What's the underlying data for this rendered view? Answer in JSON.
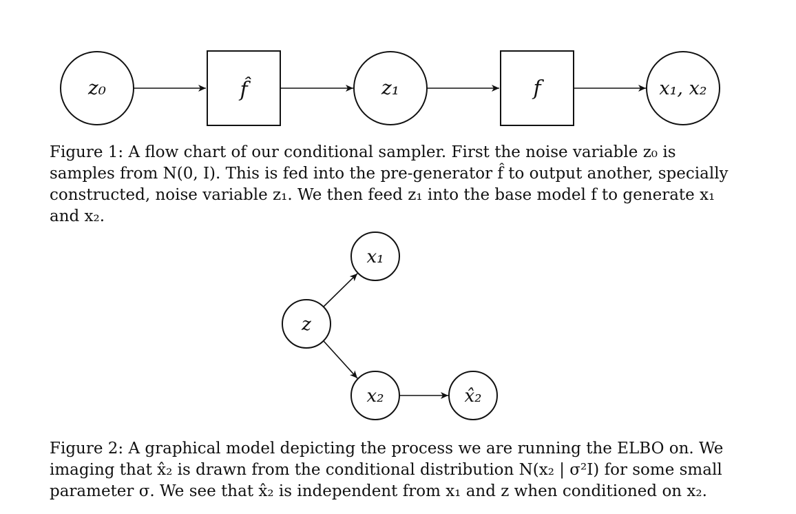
{
  "figure1": {
    "nodes": [
      {
        "id": "z0",
        "shape": "circle",
        "label": "z₀"
      },
      {
        "id": "fhat",
        "shape": "box",
        "label": "f̂"
      },
      {
        "id": "z1",
        "shape": "circle",
        "label": "z₁"
      },
      {
        "id": "f",
        "shape": "box",
        "label": "f"
      },
      {
        "id": "x1x2",
        "shape": "circle",
        "label": "x₁, x₂"
      }
    ],
    "edges": [
      [
        "z0",
        "fhat"
      ],
      [
        "fhat",
        "z1"
      ],
      [
        "z1",
        "f"
      ],
      [
        "f",
        "x1x2"
      ]
    ],
    "caption_prefix": "Figure 1:",
    "caption": "A flow chart of our conditional sampler. First the noise variable z₀ is samples from N(0, I). This is fed into the pre-generator f̂ to output another, specially constructed, noise variable z₁. We then feed z₁ into the base model f to generate x₁ and x₂."
  },
  "figure2": {
    "nodes": [
      {
        "id": "x1",
        "label": "x₁"
      },
      {
        "id": "z",
        "label": "z"
      },
      {
        "id": "x2",
        "label": "x₂"
      },
      {
        "id": "x2hat",
        "label": "x̂₂"
      }
    ],
    "edges": [
      [
        "z",
        "x1"
      ],
      [
        "z",
        "x2"
      ],
      [
        "x2",
        "x2hat"
      ]
    ],
    "caption_prefix": "Figure 2:",
    "caption": "A graphical model depicting the process we are running the ELBO on. We imaging that x̂₂ is drawn from the conditional distribution N(x₂ | σ²I) for some small parameter σ. We see that x̂₂ is independent from x₁ and z when conditioned on x₂."
  }
}
